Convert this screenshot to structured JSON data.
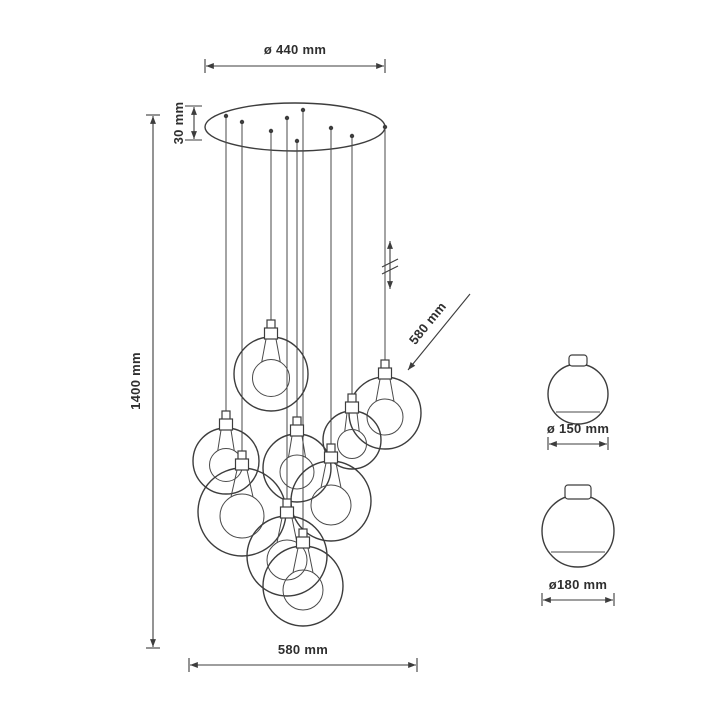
{
  "diagram": {
    "dimensions": {
      "canopy_diameter": "ø 440 mm",
      "canopy_height": "30 mm",
      "fixture_height": "1400 mm",
      "cluster_diagonal": "580 mm",
      "cluster_spread": "580 mm",
      "small_globe_diameter": "ø 150 mm",
      "large_globe_diameter": "ø180 mm"
    },
    "colors": {
      "line": "#3d3d3d",
      "background": "#ffffff"
    }
  }
}
